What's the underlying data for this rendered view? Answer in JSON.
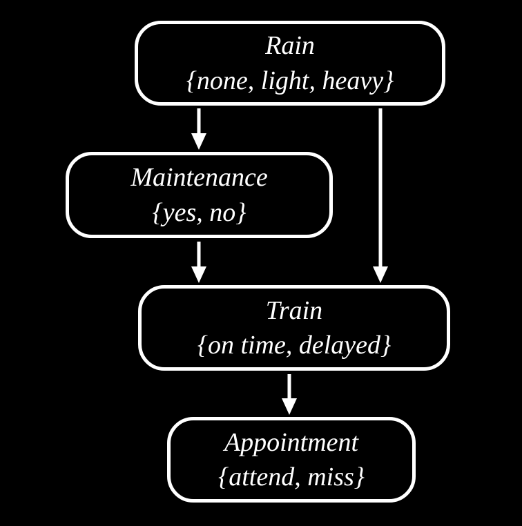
{
  "diagram": {
    "type": "bayesian-network",
    "background_color": "#000000",
    "node_border_color": "#ffffff",
    "text_color": "#ffffff",
    "arrow_color": "#ffffff",
    "nodes": [
      {
        "id": "rain",
        "label": "Rain",
        "values": "{none, light, heavy}"
      },
      {
        "id": "maintenance",
        "label": "Maintenance",
        "values": "{yes, no}"
      },
      {
        "id": "train",
        "label": "Train",
        "values": "{on time, delayed}"
      },
      {
        "id": "appointment",
        "label": "Appointment",
        "values": "{attend, miss}"
      }
    ],
    "edges": [
      {
        "from": "rain",
        "to": "maintenance"
      },
      {
        "from": "rain",
        "to": "train"
      },
      {
        "from": "maintenance",
        "to": "train"
      },
      {
        "from": "train",
        "to": "appointment"
      }
    ]
  }
}
